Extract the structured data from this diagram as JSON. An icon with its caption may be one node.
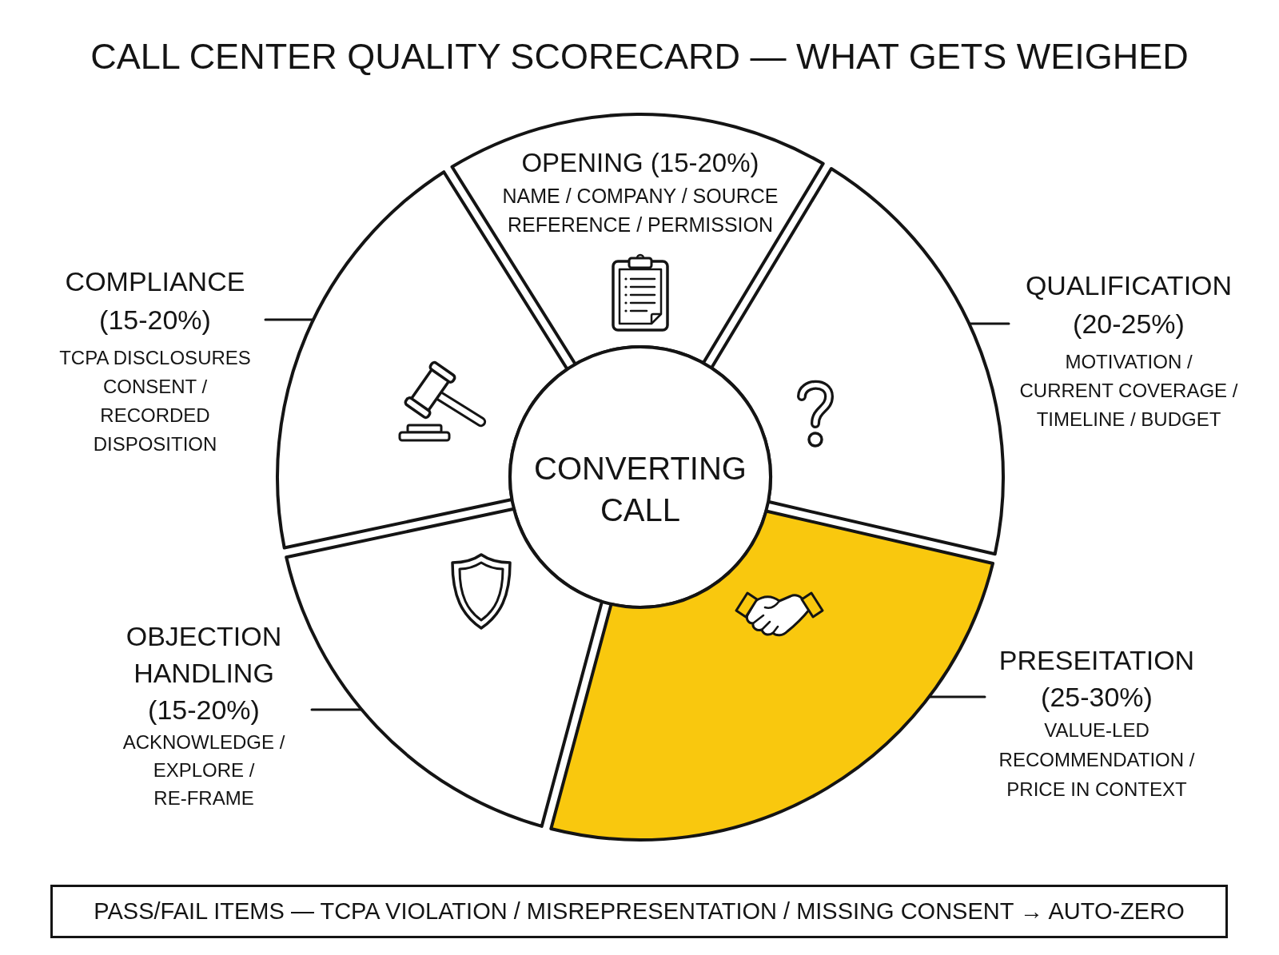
{
  "diagram": {
    "title": "CALL CENTER QUALITY SCORECARD — WHAT GETS WEIGHED",
    "nodes": [
      {
        "text": [
          "OPENING (15-20%)",
          "NAME / COMPANY / SOURCE REFERENCE / PERMISSION"
        ]
      },
      {
        "text": [
          "COMPLIANCE (15-20%)",
          "TCPA DISCLOSURES CONSENT / RECORDED DISPOSITION"
        ]
      },
      {
        "text": [],
        "shape": "sector"
      },
      {
        "text": [],
        "shape": "sector"
      },
      {
        "text": [
          "QUALIFICATION (20-25%)",
          "MOTIVATION / CURRENT COVERAGE / TIMELINE / BUDGET"
        ]
      },
      {
        "text": [
          "CONVERTING CALL"
        ]
      },
      {
        "text": [
          "OBJECTION HANDLING (15-20%)",
          "ACKNOWLEDGE / EXPLORE / RE-FRAME"
        ]
      },
      {
        "text": [],
        "shape": "sector"
      },
      {
        "text": [],
        "shape": "sector"
      },
      {
        "text": [
          "PRESEITATION (25-30%)",
          "VALUE-LED RECOMMENDATION / PRICE IN CONTEXT"
        ]
      },
      {
        "text": [
          "PASS/FAIL ITEMS — TCPA VIOLATION / MISREPRESENTATION / MISSING CONSENT → AUTO-ZERO"
        ]
      }
    ],
    "edges": [
      {
        "from": 1,
        "to": 2,
        "arrow": "none"
      },
      {
        "from": 4,
        "to": 3,
        "arrow": "none"
      },
      {
        "from": 6,
        "to": 7,
        "arrow": "none"
      },
      {
        "from": 9,
        "to": 8,
        "arrow": "none"
      }
    ]
  }
}
